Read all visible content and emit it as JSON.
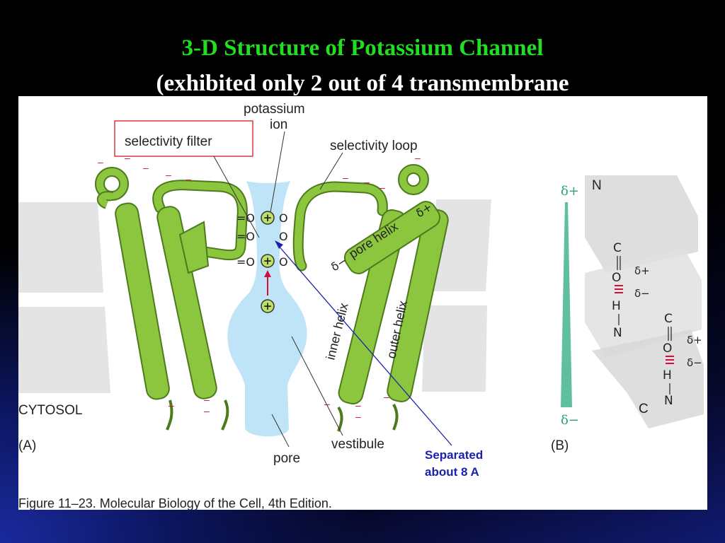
{
  "slide": {
    "title_line_1": "3-D Structure of Potassium Channel",
    "title_line_2": "(exhibited only 2 out of 4 transmembrane"
  },
  "figure": {
    "labels": {
      "potassium_ion_1": "potassium",
      "potassium_ion_2": "ion",
      "selectivity_filter": "selectivity filter",
      "selectivity_loop": "selectivity loop",
      "pore_helix": "pore helix",
      "inner_helix": "inner helix",
      "outer_helix": "outer helix",
      "cytosol": "CYTOSOL",
      "panel_a": "(A)",
      "panel_b": "(B)",
      "pore": "pore",
      "vestibule": "vestibule",
      "caption": "Figure 11–23. Molecular Biology of the Cell, 4th Edition."
    },
    "annotation": {
      "line_1": "Separated",
      "line_2": "about 8 A"
    },
    "symbols": {
      "delta_plus": "δ+",
      "delta_minus": "δ−",
      "plus": "+",
      "minus": "–",
      "oxygen": "O",
      "carbonyl": "=O",
      "n_terminus": "N",
      "c_terminus": "C",
      "carbon": "C",
      "oxygen_atom": "O",
      "hydrogen": "H",
      "nitrogen": "N"
    },
    "colors": {
      "helix_green": "#8cc63f",
      "helix_stroke": "#4e7a1e",
      "membrane_gray": "#e4e4e4",
      "pore_blue": "#bfe3f7",
      "dipole_green": "#5fbf9f",
      "arrow_red": "#d0103a",
      "annotation_blue": "#1a22aa"
    }
  }
}
